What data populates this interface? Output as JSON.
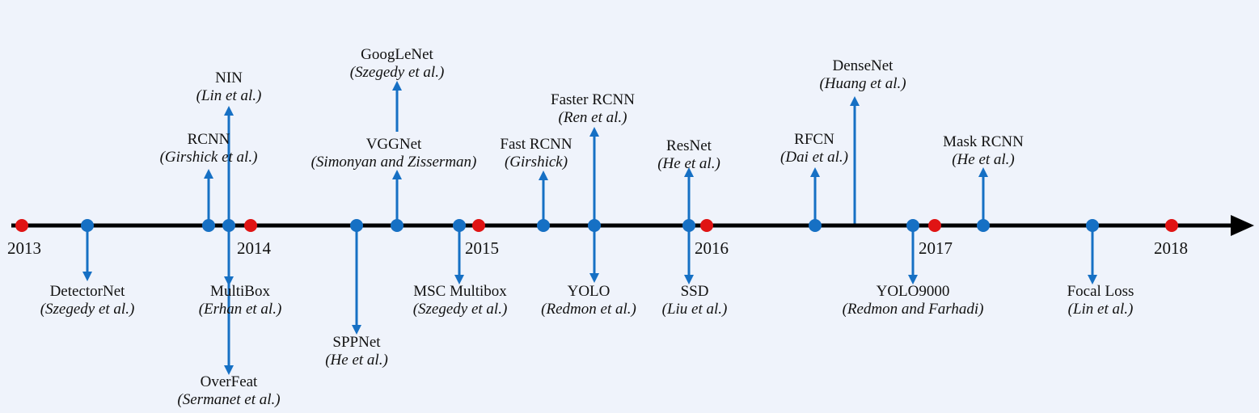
{
  "colors": {
    "axis": "#000000",
    "year_dot": "#e01414",
    "event": "#1670c4",
    "background": "#eff3fb"
  },
  "years": [
    "2013",
    "2014",
    "2015",
    "2016",
    "2017",
    "2018"
  ],
  "events": [
    {
      "id": "detectornet",
      "name": "DetectorNet",
      "authors": "(Szegedy et al.)"
    },
    {
      "id": "rcnn",
      "name": "RCNN",
      "authors": "(Girshick et al.)"
    },
    {
      "id": "nin",
      "name": "NIN",
      "authors": "(Lin et al.)"
    },
    {
      "id": "multibox",
      "name": "MultiBox",
      "authors": "(Erhan et al.)"
    },
    {
      "id": "overfeat",
      "name": "OverFeat",
      "authors": "(Sermanet et al.)"
    },
    {
      "id": "sppnet",
      "name": "SPPNet",
      "authors": "(He et al.)"
    },
    {
      "id": "googlenet",
      "name": "GoogLeNet",
      "authors": "(Szegedy et al.)"
    },
    {
      "id": "vggnet",
      "name": "VGGNet",
      "authors": "(Simonyan and Zisserman)"
    },
    {
      "id": "msc-multibox",
      "name": "MSC Multibox",
      "authors": "(Szegedy et al.)"
    },
    {
      "id": "fast-rcnn",
      "name": "Fast RCNN",
      "authors": "(Girshick)"
    },
    {
      "id": "faster-rcnn",
      "name": "Faster RCNN",
      "authors": "(Ren et al.)"
    },
    {
      "id": "yolo",
      "name": "YOLO",
      "authors": "(Redmon et al.)"
    },
    {
      "id": "resnet",
      "name": "ResNet",
      "authors": "(He et al.)"
    },
    {
      "id": "ssd",
      "name": "SSD",
      "authors": "(Liu et al.)"
    },
    {
      "id": "rfcn",
      "name": "RFCN",
      "authors": "(Dai et al.)"
    },
    {
      "id": "densenet",
      "name": "DenseNet",
      "authors": "(Huang et al.)"
    },
    {
      "id": "yolo9000",
      "name": "YOLO9000",
      "authors": "(Redmon and Farhadi)"
    },
    {
      "id": "mask-rcnn",
      "name": "Mask RCNN",
      "authors": "(He et al.)"
    },
    {
      "id": "focal-loss",
      "name": "Focal Loss",
      "authors": "(Lin et al.)"
    }
  ]
}
